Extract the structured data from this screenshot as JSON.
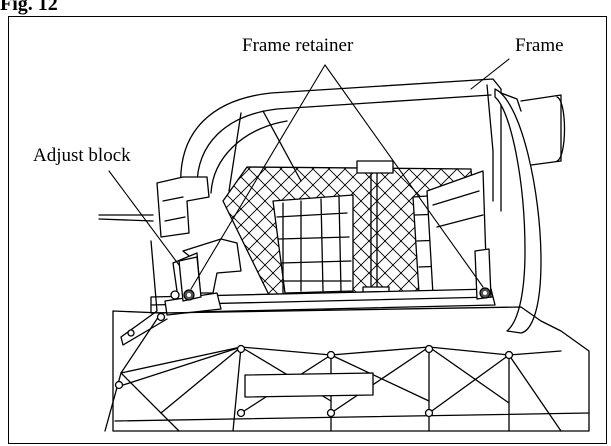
{
  "figure": {
    "title": "Fig. 12",
    "labels": {
      "frame_retainer": "Frame retainer",
      "frame": "Frame",
      "adjust_block": "Adjust block"
    }
  }
}
